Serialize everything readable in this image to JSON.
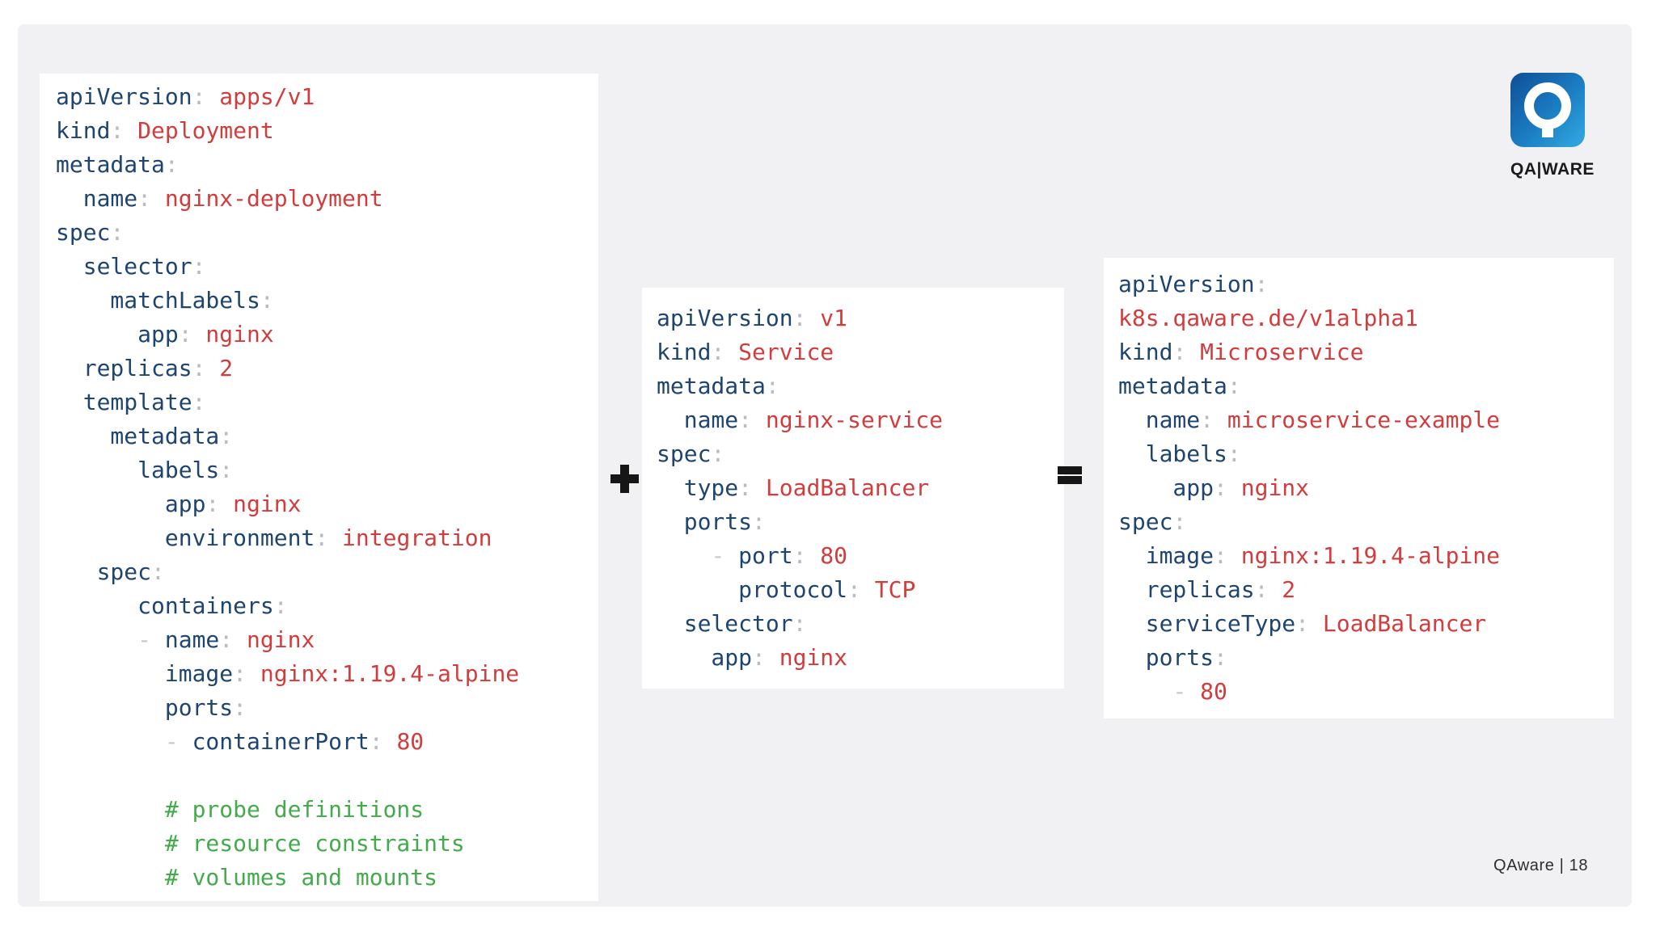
{
  "colors": {
    "slide_bg": "#f1f0f2",
    "panel_bg": "#ffffff",
    "key": "#1e4470",
    "value": "#d23c3c",
    "colon": "#b9bac2",
    "dash": "#c7c8cf",
    "comment": "#44ab4c",
    "symbol": "#161616",
    "logo_grad_start": "#0f4e95",
    "logo_grad_end": "#33abe0"
  },
  "operators": {
    "plus": "+",
    "equals": "="
  },
  "logo": {
    "icon": "qaware-q-magnifier-icon",
    "wordmark": "QA|WARE"
  },
  "footer": {
    "page_label": "QAware | 18"
  },
  "panels": [
    {
      "id": "deployment-yaml",
      "lines": [
        [
          [
            "k",
            "apiVersion"
          ],
          [
            "c",
            ":"
          ],
          [
            "v",
            " apps/v1"
          ]
        ],
        [
          [
            "k",
            "kind"
          ],
          [
            "c",
            ":"
          ],
          [
            "v",
            " Deployment"
          ]
        ],
        [
          [
            "k",
            "metadata"
          ],
          [
            "c",
            ":"
          ]
        ],
        [
          [
            "k",
            "  name"
          ],
          [
            "c",
            ":"
          ],
          [
            "v",
            " nginx-deployment"
          ]
        ],
        [
          [
            "k",
            "spec"
          ],
          [
            "c",
            ":"
          ]
        ],
        [
          [
            "k",
            "  selector"
          ],
          [
            "c",
            ":"
          ]
        ],
        [
          [
            "k",
            "    matchLabels"
          ],
          [
            "c",
            ":"
          ]
        ],
        [
          [
            "k",
            "      app"
          ],
          [
            "c",
            ":"
          ],
          [
            "v",
            " nginx"
          ]
        ],
        [
          [
            "k",
            "  replicas"
          ],
          [
            "c",
            ":"
          ],
          [
            "v",
            " 2"
          ]
        ],
        [
          [
            "k",
            "  template"
          ],
          [
            "c",
            ":"
          ]
        ],
        [
          [
            "k",
            "    metadata"
          ],
          [
            "c",
            ":"
          ]
        ],
        [
          [
            "k",
            "      labels"
          ],
          [
            "c",
            ":"
          ]
        ],
        [
          [
            "k",
            "        app"
          ],
          [
            "c",
            ":"
          ],
          [
            "v",
            " nginx"
          ]
        ],
        [
          [
            "k",
            "        environment"
          ],
          [
            "c",
            ":"
          ],
          [
            "v",
            " integration"
          ]
        ],
        [
          [
            "k",
            "   spec"
          ],
          [
            "c",
            ":"
          ]
        ],
        [
          [
            "k",
            "      containers"
          ],
          [
            "c",
            ":"
          ]
        ],
        [
          [
            "d",
            "      - "
          ],
          [
            "k",
            "name"
          ],
          [
            "c",
            ":"
          ],
          [
            "v",
            " nginx"
          ]
        ],
        [
          [
            "k",
            "        image"
          ],
          [
            "c",
            ":"
          ],
          [
            "v",
            " nginx:1.19.4-alpine"
          ]
        ],
        [
          [
            "k",
            "        ports"
          ],
          [
            "c",
            ":"
          ]
        ],
        [
          [
            "d",
            "        - "
          ],
          [
            "k",
            "containerPort"
          ],
          [
            "c",
            ":"
          ],
          [
            "v",
            " 80"
          ]
        ],
        [],
        [
          [
            "m",
            "        # probe definitions"
          ]
        ],
        [
          [
            "m",
            "        # resource constraints"
          ]
        ],
        [
          [
            "m",
            "        # volumes and mounts"
          ]
        ]
      ]
    },
    {
      "id": "service-yaml",
      "lines": [
        [
          [
            "k",
            "apiVersion"
          ],
          [
            "c",
            ":"
          ],
          [
            "v",
            " v1"
          ]
        ],
        [
          [
            "k",
            "kind"
          ],
          [
            "c",
            ":"
          ],
          [
            "v",
            " Service"
          ]
        ],
        [
          [
            "k",
            "metadata"
          ],
          [
            "c",
            ":"
          ]
        ],
        [
          [
            "k",
            "  name"
          ],
          [
            "c",
            ":"
          ],
          [
            "v",
            " nginx-service"
          ]
        ],
        [
          [
            "k",
            "spec"
          ],
          [
            "c",
            ":"
          ]
        ],
        [
          [
            "k",
            "  type"
          ],
          [
            "c",
            ":"
          ],
          [
            "v",
            " LoadBalancer"
          ]
        ],
        [
          [
            "k",
            "  ports"
          ],
          [
            "c",
            ":"
          ]
        ],
        [
          [
            "d",
            "    - "
          ],
          [
            "k",
            "port"
          ],
          [
            "c",
            ":"
          ],
          [
            "v",
            " 80"
          ]
        ],
        [
          [
            "k",
            "      protocol"
          ],
          [
            "c",
            ":"
          ],
          [
            "v",
            " TCP"
          ]
        ],
        [
          [
            "k",
            "  selector"
          ],
          [
            "c",
            ":"
          ]
        ],
        [
          [
            "k",
            "    app"
          ],
          [
            "c",
            ":"
          ],
          [
            "v",
            " nginx"
          ]
        ]
      ]
    },
    {
      "id": "microservice-yaml",
      "lines": [
        [
          [
            "k",
            "apiVersion"
          ],
          [
            "c",
            ":"
          ]
        ],
        [
          [
            "v",
            "k8s.qaware.de/v1alpha1"
          ]
        ],
        [
          [
            "k",
            "kind"
          ],
          [
            "c",
            ":"
          ],
          [
            "v",
            " Microservice"
          ]
        ],
        [
          [
            "k",
            "metadata"
          ],
          [
            "c",
            ":"
          ]
        ],
        [
          [
            "k",
            "  name"
          ],
          [
            "c",
            ":"
          ],
          [
            "v",
            " microservice-example"
          ]
        ],
        [
          [
            "k",
            "  labels"
          ],
          [
            "c",
            ":"
          ]
        ],
        [
          [
            "k",
            "    app"
          ],
          [
            "c",
            ":"
          ],
          [
            "v",
            " nginx"
          ]
        ],
        [
          [
            "k",
            "spec"
          ],
          [
            "c",
            ":"
          ]
        ],
        [
          [
            "k",
            "  image"
          ],
          [
            "c",
            ":"
          ],
          [
            "v",
            " nginx:1.19.4-alpine"
          ]
        ],
        [
          [
            "k",
            "  replicas"
          ],
          [
            "c",
            ":"
          ],
          [
            "v",
            " 2"
          ]
        ],
        [
          [
            "k",
            "  serviceType"
          ],
          [
            "c",
            ":"
          ],
          [
            "v",
            " LoadBalancer"
          ]
        ],
        [
          [
            "k",
            "  ports"
          ],
          [
            "c",
            ":"
          ]
        ],
        [
          [
            "d",
            "    - "
          ],
          [
            "v",
            "80"
          ]
        ]
      ]
    }
  ]
}
